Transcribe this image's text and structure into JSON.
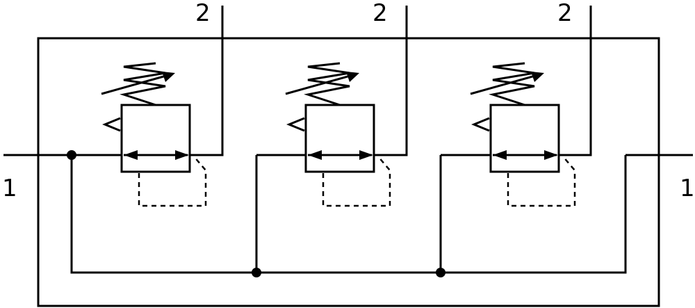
{
  "diagram": {
    "inlet_left_label": "1",
    "inlet_right_label": "1",
    "outlets": [
      {
        "label": "2"
      },
      {
        "label": "2"
      },
      {
        "label": "2"
      }
    ],
    "stroke_color": "#000000",
    "background_color": "#ffffff",
    "symbol": "pressure-regulator-valve",
    "regulator_count": 3
  }
}
